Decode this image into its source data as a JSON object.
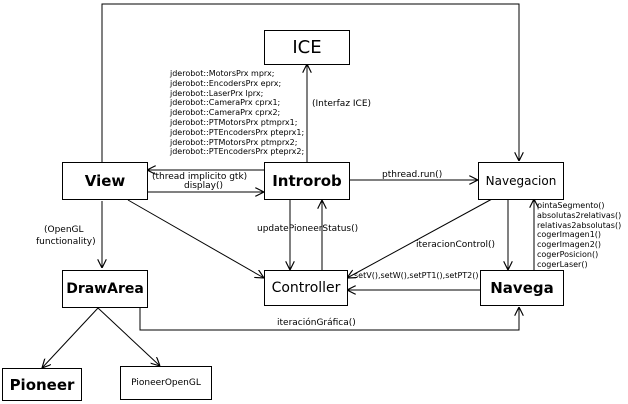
{
  "nodes": {
    "ice": "ICE",
    "view": "View",
    "introrob": "Introrob",
    "navegacion": "Navegacion",
    "controller": "Controller",
    "navega": "Navega",
    "drawarea": "DrawArea",
    "pioneer": "Pioneer",
    "pioneer_opengl": "PioneerOpenGL"
  },
  "labels": {
    "interfaz_ice": "(Interfaz ICE)",
    "thread_implicito": "(thread implicito gtk)",
    "display": "display()",
    "pthread_run": "pthread.run()",
    "update_status": "updatePioneerStatus()",
    "iteracion_control": "iteracionControl()",
    "opengl_line1": "(OpenGL",
    "opengl_line2": "functionality)",
    "iteracion_grafica": "iteraciónGráfica()",
    "controller_setters": "setV(),setW(),setPT1(),setPT2()"
  },
  "proxies": [
    "jderobot::MotorsPrx  mprx;",
    "jderobot::EncodersPrx  eprx;",
    "jderobot::LaserPrx  lprx;",
    "jderobot::CameraPrx  cprx1;",
    "jderobot::CameraPrx  cprx2;",
    "jderobot::PTMotorsPrx  ptmprx1;",
    "jderobot::PTEncodersPrx  pteprx1;",
    "jderobot::PTMotorsPrx  ptmprx2;",
    "jderobot::PTEncodersPrx  pteprx2;"
  ],
  "navega_methods": [
    "pintaSegmento()",
    "absolutas2relativas()",
    "relativas2absolutas()",
    "cogerImagen1()",
    "cogerImagen2()",
    "cogerPosicion()",
    "cogerLaser()"
  ]
}
